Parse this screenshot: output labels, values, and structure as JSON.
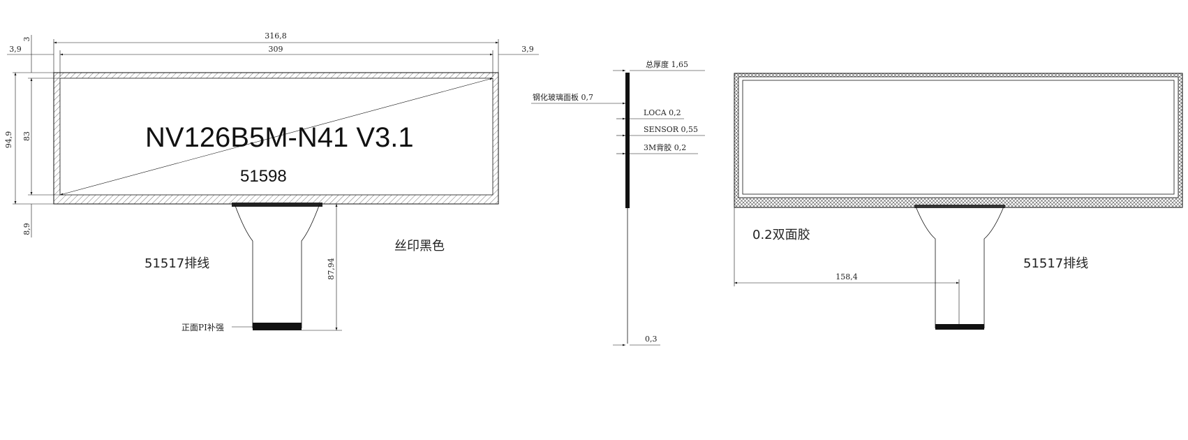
{
  "front_view": {
    "part_number": "NV126B5M-N41 V3.1",
    "sub_code": "51598",
    "fpc_label": "51517排线",
    "silkscreen_note": "丝印黑色",
    "stiffener_label": "正面PI补强",
    "dims": {
      "overall_width": "316,8",
      "inner_width": "309",
      "left_offset": "3,9",
      "right_offset": "3,9",
      "top_offset": "3",
      "overall_height": "94,9",
      "inner_height": "83",
      "bottom_offset": "8,9",
      "fpc_length": "87,94"
    }
  },
  "side_view": {
    "total_thickness": "总厚度 1,65",
    "glass": "钢化玻璃面板 0,7",
    "loca": "LOCA 0,2",
    "sensor": "SENSOR 0,55",
    "adhesive": "3M背胶 0,2",
    "fpc_thickness": "0,3"
  },
  "back_view": {
    "tape_label": "0.2双面胶",
    "fpc_label": "51517排线",
    "fpc_offset": "158,4"
  }
}
